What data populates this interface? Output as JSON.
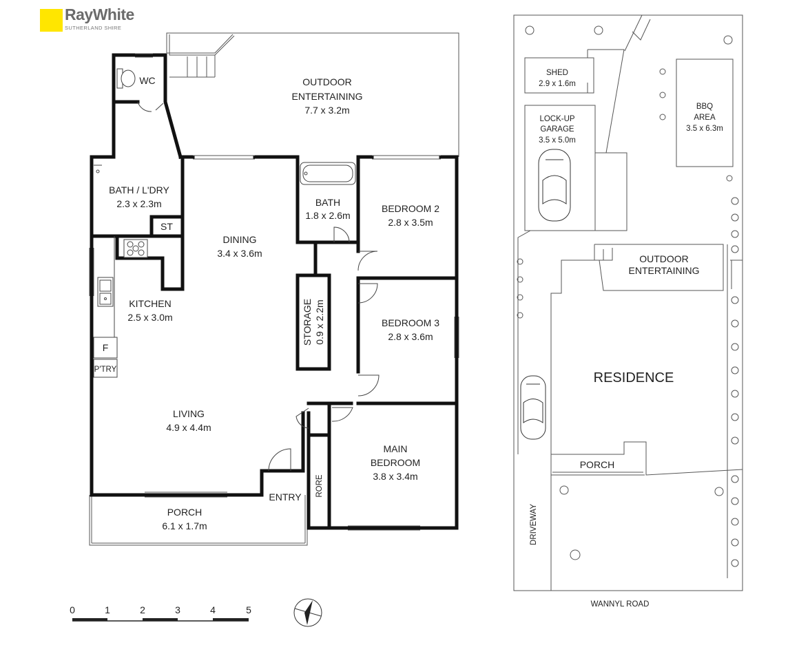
{
  "brand": {
    "name": "RayWhite",
    "subtitle": "SUTHERLAND SHIRE",
    "accent_color": "#ffe600"
  },
  "floor_plan": {
    "rooms": {
      "wc": {
        "name": "WC"
      },
      "outdoor": {
        "name": "OUTDOOR",
        "name2": "ENTERTAINING",
        "dims": "7.7 x 3.2m"
      },
      "bath_laundry": {
        "name": "BATH / L'DRY",
        "dims": "2.3 x 2.3m"
      },
      "storage_st": {
        "name": "ST"
      },
      "dining": {
        "name": "DINING",
        "dims": "3.4 x 3.6m"
      },
      "bath": {
        "name": "BATH",
        "dims": "1.8 x 2.6m"
      },
      "bedroom2": {
        "name": "BEDROOM 2",
        "dims": "2.8 x 3.5m"
      },
      "kitchen": {
        "name": "KITCHEN",
        "dims": "2.5 x 3.0m"
      },
      "storage": {
        "name": "STORAGE",
        "dims": "0.9 x 2.2m"
      },
      "bedroom3": {
        "name": "BEDROOM 3",
        "dims": "2.8 x 3.6m"
      },
      "fridge": {
        "name": "F"
      },
      "pantry": {
        "name": "P'TRY"
      },
      "living": {
        "name": "LIVING",
        "dims": "4.9 x 4.4m"
      },
      "main_bedroom": {
        "name": "MAIN",
        "name2": "BEDROOM",
        "dims": "3.8 x 3.4m"
      },
      "robe": {
        "name": "RORE"
      },
      "entry": {
        "name": "ENTRY"
      },
      "porch": {
        "name": "PORCH",
        "dims": "6.1 x 1.7m"
      }
    },
    "scale": {
      "ticks": [
        "0",
        "1",
        "2",
        "3",
        "4",
        "5"
      ]
    }
  },
  "site_plan": {
    "shed": {
      "name": "SHED",
      "dims": "2.9 x 1.6m"
    },
    "garage": {
      "name": "LOCK-UP",
      "name2": "GARAGE",
      "dims": "3.5 x 5.0m"
    },
    "bbq": {
      "name": "BBQ",
      "name2": "AREA",
      "dims": "3.5 x 6.3m"
    },
    "outdoor": {
      "name": "OUTDOOR",
      "name2": "ENTERTAINING"
    },
    "residence": {
      "name": "RESIDENCE"
    },
    "porch": {
      "name": "PORCH"
    },
    "driveway": {
      "name": "DRIVEWAY"
    },
    "road": {
      "name": "WANNYL ROAD"
    }
  }
}
